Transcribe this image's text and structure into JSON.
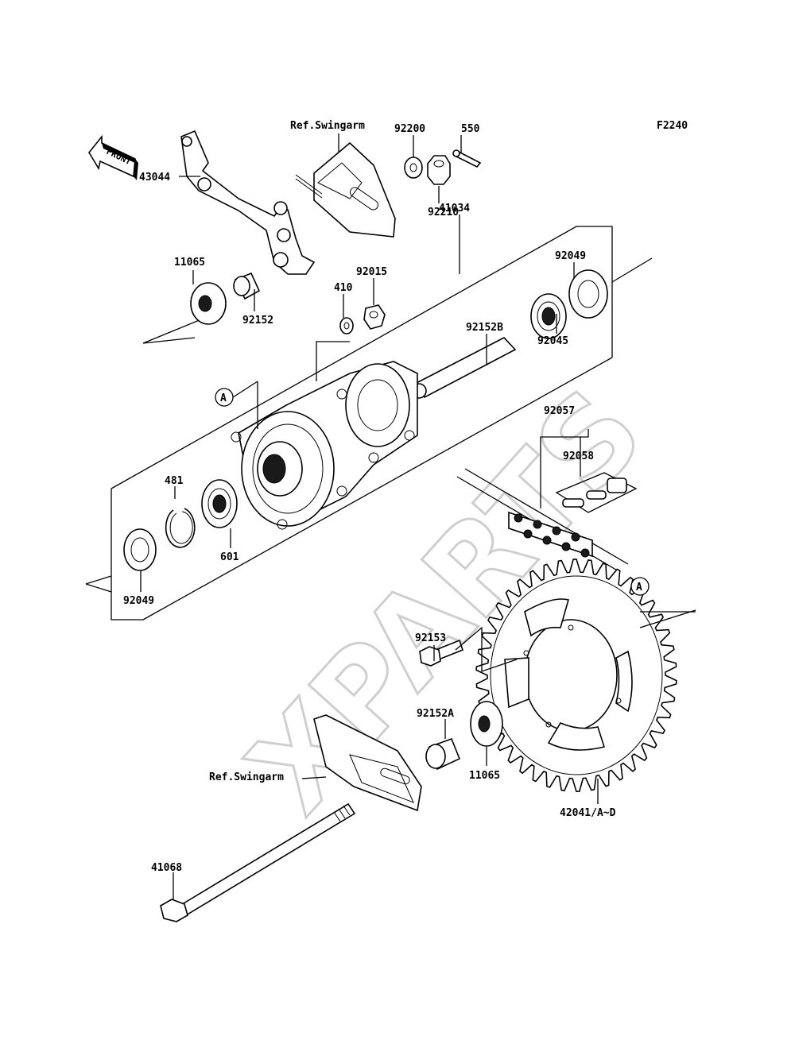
{
  "figure_code": "F2240",
  "front_label": "FRONT",
  "watermark": "XPARTS",
  "callout_letter": "A",
  "callouts": {
    "ref_swingarm": "Ref.Swingarm",
    "p550": "550",
    "p92200": "92200",
    "p92210": "92210",
    "p43044": "43044",
    "p11065_top": "11065",
    "p92152": "92152",
    "p410": "410",
    "p92015": "92015",
    "p41034": "41034",
    "p92049_top": "92049",
    "p92152B": "92152B",
    "p92045": "92045",
    "p92057": "92057",
    "p92058": "92058",
    "p481": "481",
    "p601": "601",
    "p92049_bottom": "92049",
    "p92153": "92153",
    "p92152A": "92152A",
    "p11065_bottom": "11065",
    "p42041": "42041/A~D",
    "p41068": "41068"
  }
}
